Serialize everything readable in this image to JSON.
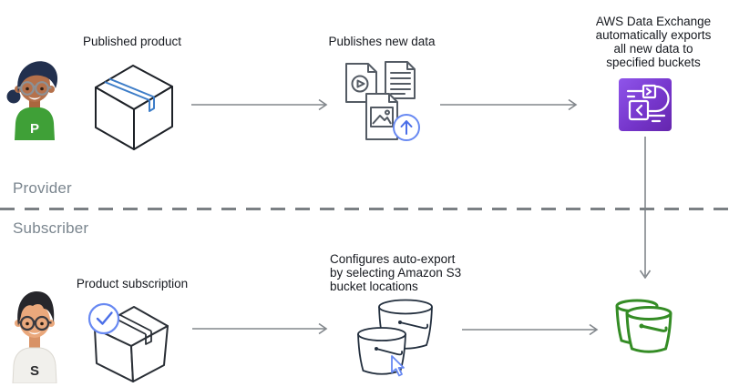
{
  "sections": {
    "provider": {
      "label": "Provider",
      "avatar_letter": "P"
    },
    "subscriber": {
      "label": "Subscriber",
      "avatar_letter": "S"
    }
  },
  "labels": {
    "published_product": "Published product",
    "publishes_new_data": "Publishes new data",
    "aws_data_exchange": "AWS Data Exchange\nautomatically exports\nall new data to\nspecified buckets",
    "product_subscription": "Product subscription",
    "configure_auto_export": "Configures auto-export\nby selecting Amazon S3\nbucket locations"
  },
  "icons": {
    "provider_avatar": "provider-person-icon",
    "subscriber_avatar": "subscriber-person-icon",
    "published_product": "package-box-icon",
    "publishes_new_data": "documents-upload-icon",
    "aws_data_exchange": "aws-data-exchange-icon",
    "product_subscription": "package-box-check-icon",
    "configure_buckets": "s3-buckets-cursor-icon",
    "export_target": "s3-bucket-green-icon"
  },
  "colors": {
    "text_dark": "#16191F",
    "section_label_gray": "#7B868F",
    "arrow_gray": "#82878C",
    "divider_gray": "#7B8084",
    "accent_blue": "#6889F2",
    "accent_blue_dark": "#4A6EE8",
    "tape_blue": "#3D7DC8",
    "outline_dark": "#232F3E",
    "document_gray": "#545B64",
    "aws_purple_start": "#8F55EA",
    "aws_purple_end": "#6526AD",
    "s3_green": "#348C25",
    "avatar_green_shirt": "#3FA037",
    "avatar_white_shirt": "#F1F0EC"
  }
}
